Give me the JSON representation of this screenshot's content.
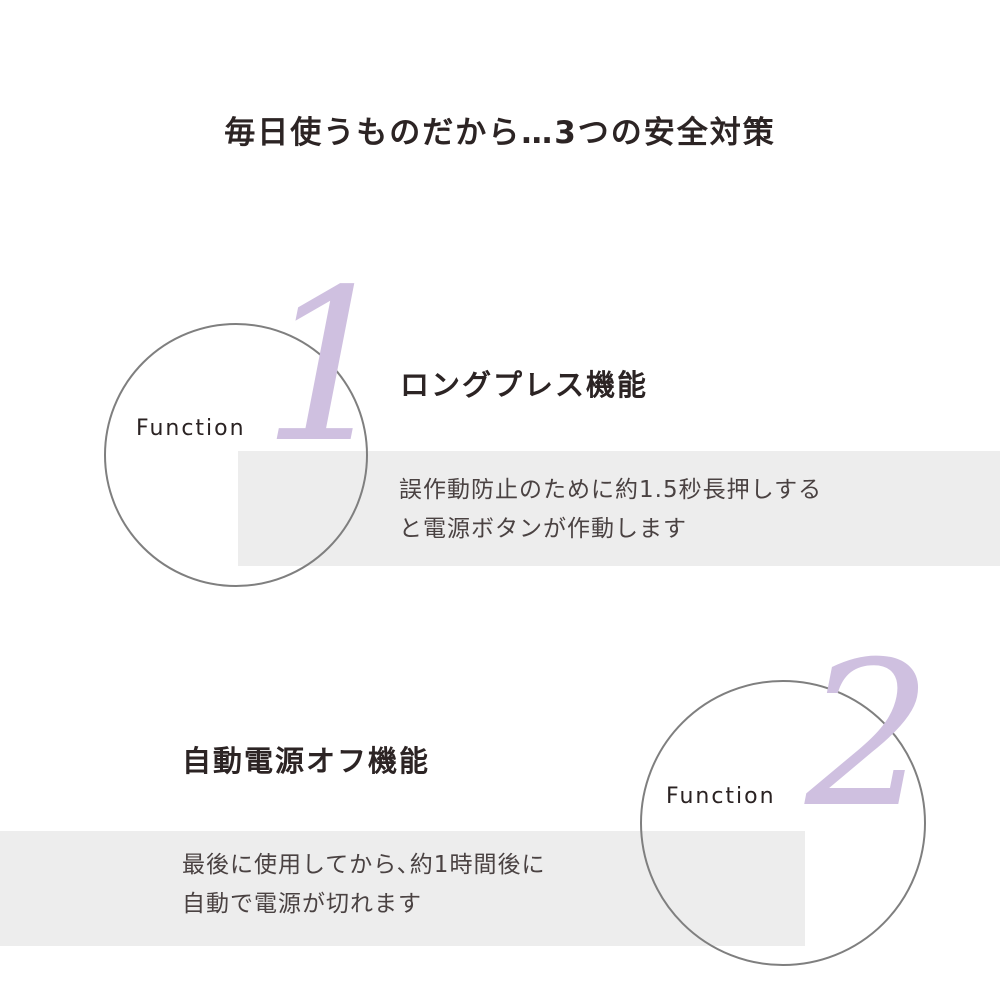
{
  "header": {
    "title": "毎日使うものだから…3つの安全対策"
  },
  "features": [
    {
      "number": "1",
      "label": "Function",
      "title": "ロングプレス機能",
      "description_lines": [
        "誤作動防止のために約1.5秒長押しする",
        "と電源ボタンが作動します"
      ]
    },
    {
      "number": "2",
      "label": "Function",
      "title": "自動電源オフ機能",
      "description_lines": [
        "最後に使用してから､約1時間後に",
        "自動で電源が切れます"
      ]
    }
  ],
  "colors": {
    "accent_number": "#cfc0e0",
    "band_background": "#ededed",
    "circle_border": "#7f7f7f",
    "text_dark": "#2c2424"
  }
}
